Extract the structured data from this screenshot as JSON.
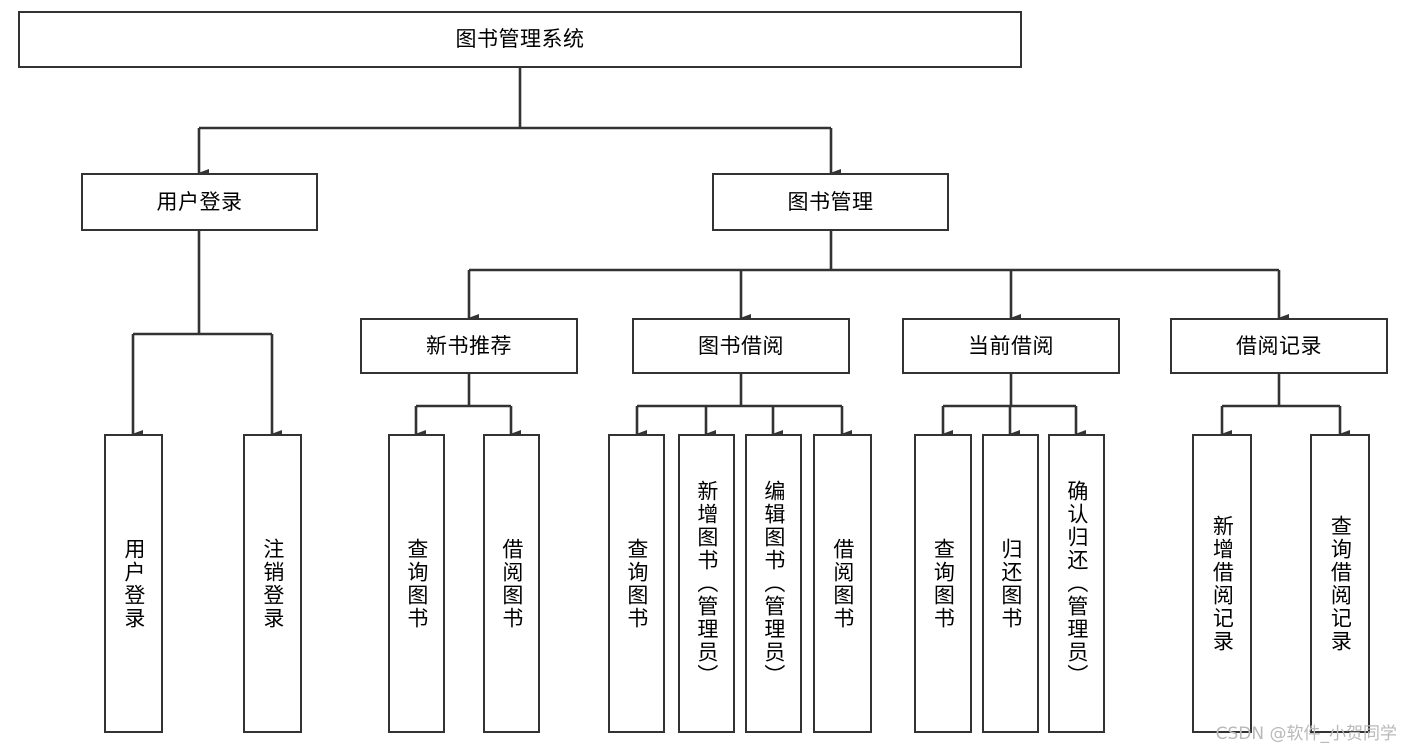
{
  "diagram": {
    "title": "图书管理系统",
    "type": "tree-hierarchy",
    "background_color": "#ffffff",
    "box_border_color": "#333333",
    "connector_color": "#333333",
    "text_color": "#000000"
  },
  "watermark": {
    "text": "CSDN @软件_小贺同学",
    "color": "#b9b9b9"
  },
  "nodes": {
    "root": {
      "label": "图书管理系统"
    },
    "level1": [
      {
        "label": "用户登录"
      },
      {
        "label": "图书管理"
      }
    ],
    "level2": [
      {
        "label": "新书推荐"
      },
      {
        "label": "图书借阅"
      },
      {
        "label": "当前借阅"
      },
      {
        "label": "借阅记录"
      }
    ],
    "leaves": {
      "user_login": [
        {
          "label": "用户登录"
        },
        {
          "label": "注销登录"
        }
      ],
      "new_book_recommend": [
        {
          "label": "查询图书"
        },
        {
          "label": "借阅图书"
        }
      ],
      "book_borrow": [
        {
          "label": "查询图书"
        },
        {
          "label": "新增图书（管理员）"
        },
        {
          "label": "编辑图书（管理员）"
        },
        {
          "label": "借阅图书"
        }
      ],
      "current_borrow": [
        {
          "label": "查询图书"
        },
        {
          "label": "归还图书"
        },
        {
          "label": "确认归还（管理员）"
        }
      ],
      "borrow_record": [
        {
          "label": "新增借阅记录"
        },
        {
          "label": "查询借阅记录"
        }
      ]
    }
  }
}
